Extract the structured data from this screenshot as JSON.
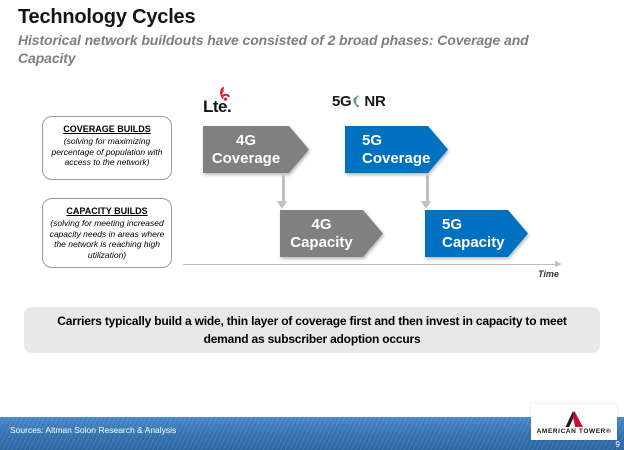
{
  "slide": {
    "title": "Technology Cycles",
    "subtitle": "Historical network buildouts have consisted of 2 broad phases: Coverage and Capacity",
    "page_number": "9"
  },
  "info_boxes": [
    {
      "heading": "COVERAGE BUILDS",
      "body": "(solving for maximizing percentage of population with access to the network)"
    },
    {
      "heading": "CAPACITY BUILDS",
      "body": "(solving for meeting increased capacity needs in areas where the network is reaching high utilization)"
    }
  ],
  "logos": {
    "lte_text": "Lte.",
    "fiveg_left": "5G",
    "fiveg_right": "NR"
  },
  "arrows": [
    {
      "line1": "4G",
      "line2": "Coverage",
      "color": "gray"
    },
    {
      "line1": "5G",
      "line2": "Coverage",
      "color": "blue"
    },
    {
      "line1": "4G",
      "line2": "Capacity",
      "color": "gray"
    },
    {
      "line1": "5G",
      "line2": "Capacity",
      "color": "blue"
    }
  ],
  "timeline": {
    "label": "Time"
  },
  "takeaway": "Carriers typically build a wide, thin layer of coverage first and then invest in capacity to meet demand as subscriber adoption occurs",
  "footer": {
    "sources": "Sources: Altman Solon Research & Analysis",
    "brand": "AMERICAN TOWER®"
  },
  "colors": {
    "arrow_gray": "#808080",
    "arrow_blue": "#0070C0",
    "connector_gray": "#BFBFBF",
    "lte_red": "#D22630",
    "nr_green": "#4C9C62",
    "footer_blue": "#3577B5",
    "brand_red": "#C8102E",
    "takeaway_bg": "#E8E8E8",
    "subtitle_gray": "#7F7F7F"
  }
}
